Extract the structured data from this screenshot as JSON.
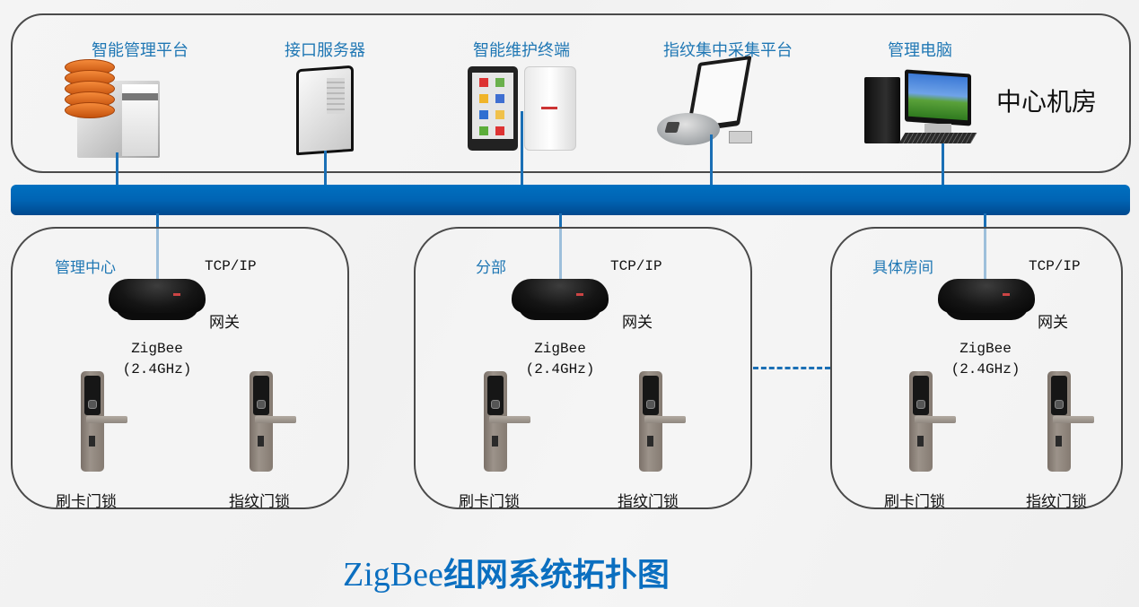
{
  "center_room": {
    "title": "中心机房",
    "devices": [
      {
        "label": "智能管理平台",
        "icon": "database-server-icon"
      },
      {
        "label": "接口服务器",
        "icon": "tower-server-icon"
      },
      {
        "label": "智能维护终端",
        "icon": "tablet-icon"
      },
      {
        "label": "指纹集中采集平台",
        "icon": "fingerprint-collector-icon"
      },
      {
        "label": "管理电脑",
        "icon": "desktop-pc-icon"
      }
    ]
  },
  "sites": [
    {
      "name": "管理中心",
      "protocol": "TCP/IP",
      "gateway_label": "网关",
      "radio_line1": "ZigBee",
      "radio_line2": "(2.4GHz)",
      "locks": [
        {
          "label": "刷卡门锁"
        },
        {
          "label": "指纹门锁"
        }
      ]
    },
    {
      "name": "分部",
      "protocol": "TCP/IP",
      "gateway_label": "网关",
      "radio_line1": "ZigBee",
      "radio_line2": "(2.4GHz)",
      "locks": [
        {
          "label": "刷卡门锁"
        },
        {
          "label": "指纹门锁"
        }
      ]
    },
    {
      "name": "具体房间",
      "protocol": "TCP/IP",
      "gateway_label": "网关",
      "radio_line1": "ZigBee",
      "radio_line2": "(2.4GHz)",
      "locks": [
        {
          "label": "刷卡门锁"
        },
        {
          "label": "指纹门锁"
        }
      ]
    }
  ],
  "footer": {
    "title_en": "ZigBee",
    "title_zh": "组网系统拓扑图"
  },
  "colors": {
    "accent": "#0b6fc0",
    "bus": "#0064b4",
    "label_blue": "#1f77b4",
    "border": "#4a4a4a"
  }
}
